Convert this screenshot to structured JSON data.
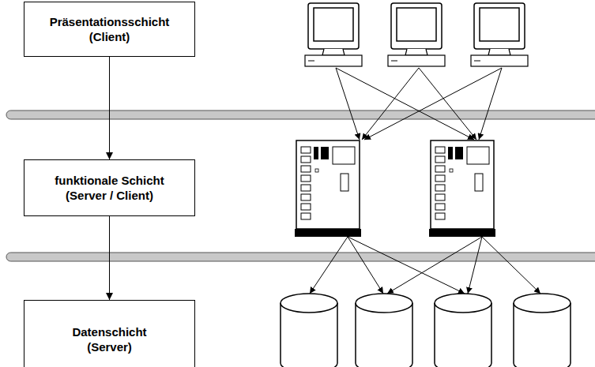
{
  "diagram": {
    "nodes": [
      {
        "text": [
          "Präsentationsschicht (Client)"
        ]
      },
      {
        "text": [
          "funktionale Schicht (Server / Client)"
        ]
      },
      {
        "text": [
          "Datenschicht (Server)"
        ]
      }
    ],
    "edges": [
      {
        "from": 0,
        "to": 1,
        "arrow": "to"
      },
      {
        "from": 1,
        "to": 2,
        "arrow": "to"
      }
    ]
  }
}
